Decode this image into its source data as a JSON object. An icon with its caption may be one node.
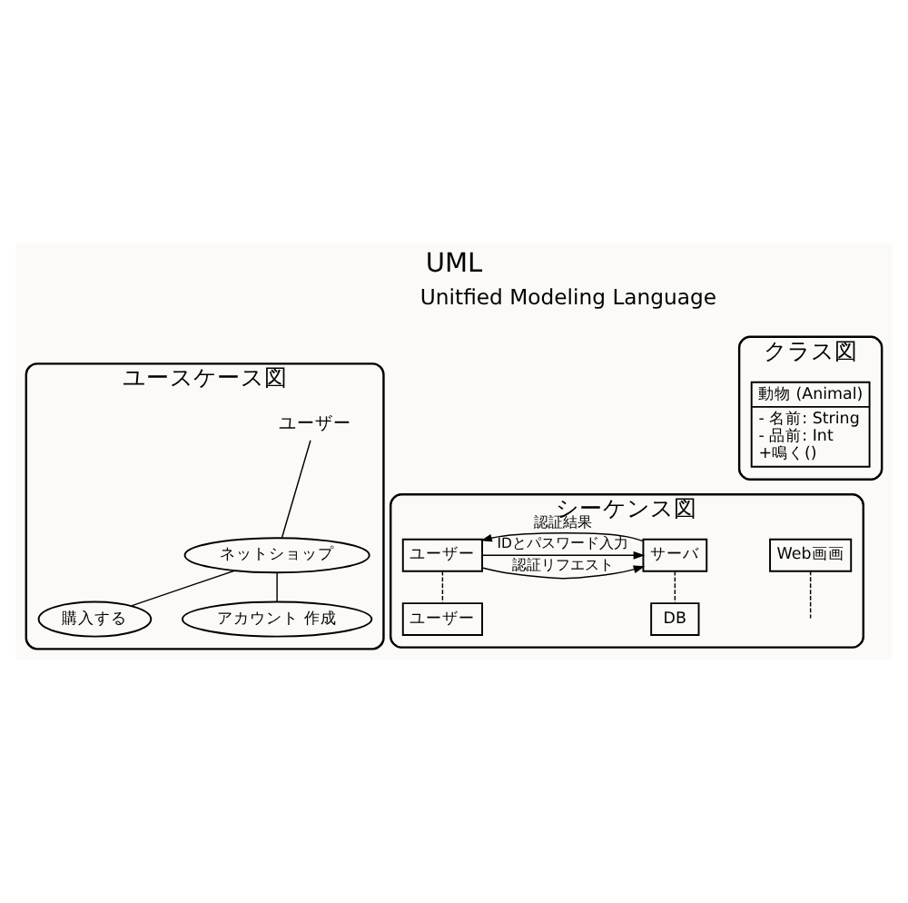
{
  "diagram": {
    "title": "UML",
    "nodes": [
      {
        "text": [
          "クラス図"
        ]
      },
      {
        "text": [
          "動物 (Animal)",
          "- 名前: String",
          "- 品前: Int",
          "+鳴く()"
        ],
        "in": 0
      },
      {
        "text": [
          "ユースケース図"
        ]
      },
      {
        "text": [
          "ユーザー"
        ],
        "in": 2
      },
      {
        "text": [
          "ネットショップ"
        ],
        "in": 2
      },
      {
        "text": [
          "購入する"
        ],
        "in": 2
      },
      {
        "text": [
          "アカウント 作成"
        ],
        "in": 2
      },
      {
        "text": [
          "シーケンス図"
        ]
      },
      {
        "text": [
          "ユーザー"
        ],
        "in": 7
      },
      {
        "text": [
          "Web画画"
        ],
        "in": 7
      },
      {
        "text": [
          "サーバ"
        ],
        "in": 7
      },
      {
        "text": [
          "ユーザー"
        ],
        "in": 7
      },
      {
        "text": [
          "DB"
        ],
        "in": 7
      }
    ],
    "edges": [
      {
        "from": 3,
        "to": 4,
        "arrow": "none"
      },
      {
        "from": 4,
        "to": 5,
        "arrow": "none"
      },
      {
        "from": 4,
        "to": 6,
        "arrow": "none"
      },
      {
        "from": 8,
        "to": 11,
        "arrow": "none",
        "style": "dashed"
      },
      {
        "from": 9,
        "to": null,
        "arrow": "none",
        "style": "dashed"
      },
      {
        "from": 10,
        "to": 12,
        "arrow": "none",
        "style": "dashed"
      },
      {
        "from": 8,
        "to": 10,
        "arrow": "to",
        "label": "IDとパスワード入力"
      },
      {
        "from": 8,
        "to": 10,
        "arrow": "to",
        "label": "認証リフエスト"
      },
      {
        "from": 10,
        "to": 8,
        "arrow": "to",
        "label": "認証結果"
      }
    ],
    "labels": [
      "Unitfied Modeling Language"
    ]
  }
}
